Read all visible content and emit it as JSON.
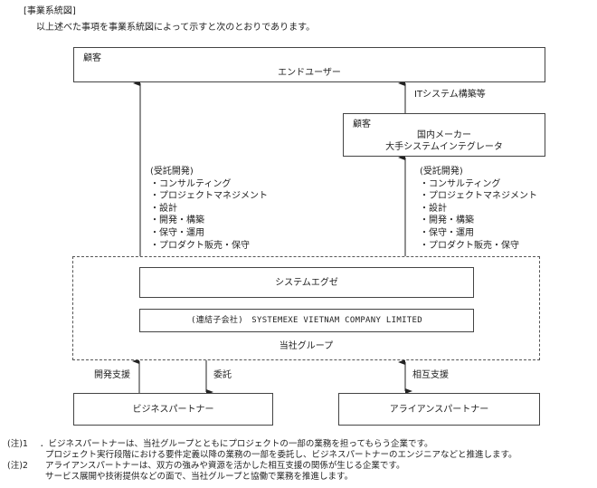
{
  "heading": "[事業系統図]",
  "intro": "以上述べた事項を事業系統図によって示すと次のとおりであります。",
  "customer_end": {
    "label": "顧客",
    "name": "エンドユーザー"
  },
  "customer_maker": {
    "label": "顧客",
    "line1": "国内メーカー",
    "line2": "大手システムインテグレータ"
  },
  "arrow_it": "ITシステム構築等",
  "services_left": [
    "(受託開発)",
    "・コンサルティング",
    "・プロジェクトマネジメント",
    "・設計",
    "・開発・構築",
    "・保守・運用",
    "・プロダクト販売・保守"
  ],
  "services_right": [
    "(受託開発)",
    "・コンサルティング",
    "・プロジェクトマネジメント",
    "・設計",
    "・開発・構築",
    "・保守・運用",
    "・プロダクト販売・保守"
  ],
  "group": {
    "company": "システムエグゼ",
    "subsidiary": "(連結子会社)　SYSTEMEXE VIETNAM COMPANY LIMITED",
    "label": "当社グループ"
  },
  "arrows": {
    "dev_support": "開発支援",
    "outsourcing": "委託",
    "mutual_support": "相互支援"
  },
  "business_partner": "ビジネスパートナー",
  "alliance_partner": "アライアンスパートナー",
  "notes": [
    {
      "label": "(注)1",
      "lines": [
        "．ビジネスパートナーは、当社グループとともにプロジェクトの一部の業務を担ってもらう企業です。",
        "プロジェクト実行段階における要件定義以降の業務の一部を委託し、ビジネスパートナーのエンジニアなどと推進します。"
      ]
    },
    {
      "label": "(注)2",
      "lines": [
        "アライアンスパートナーは、双方の強みや資源を活かした相互支援の関係が生じる企業です。",
        "サービス展開や技術提供などの面で、当社グループと協働で業務を推進します。"
      ]
    }
  ]
}
